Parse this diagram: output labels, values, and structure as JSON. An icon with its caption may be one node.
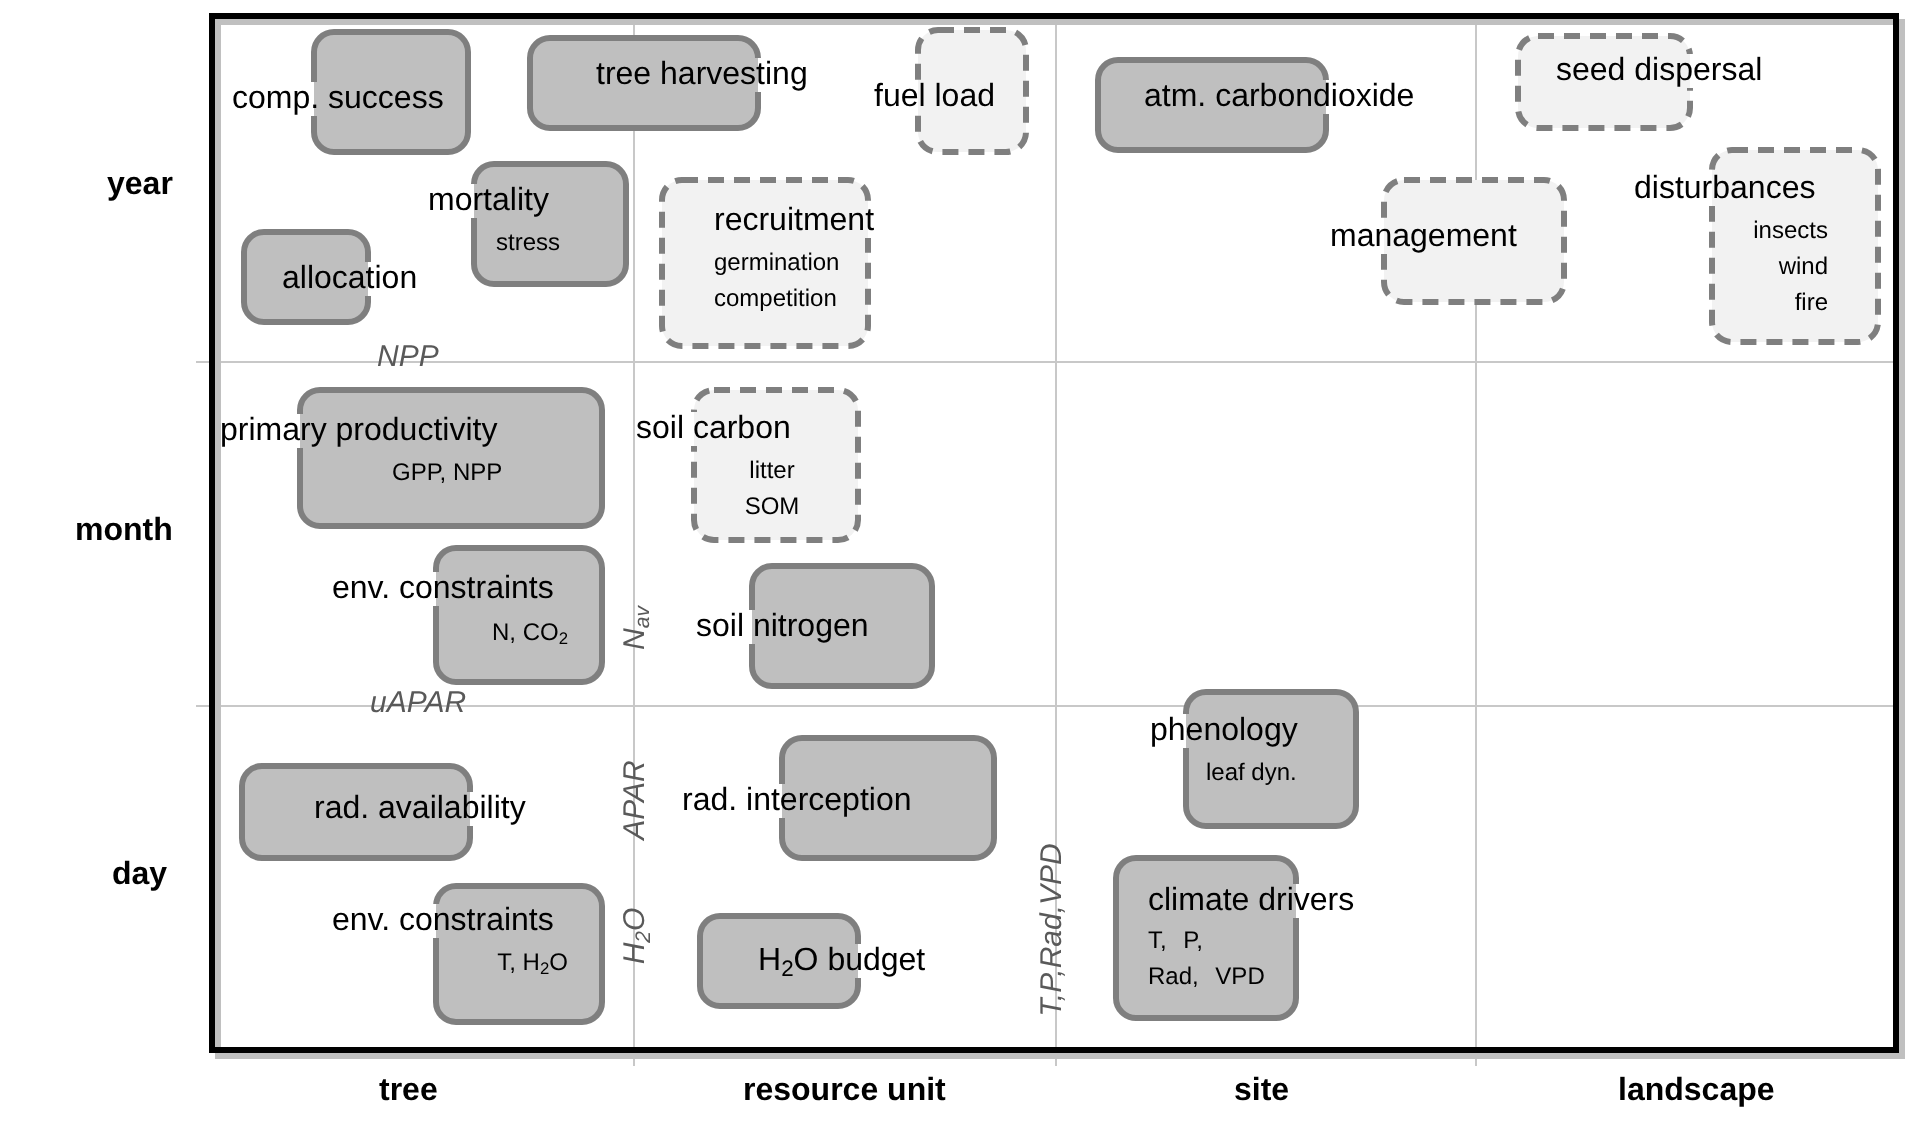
{
  "diagram": {
    "nodes": [
      {
        "text": [
          "comp. success"
        ]
      },
      {
        "text": [
          "tree harvesting"
        ]
      },
      {
        "text": [
          "fuel load"
        ]
      },
      {
        "text": [
          "atm. carbondioxide"
        ]
      },
      {
        "text": [
          "seed dispersal"
        ]
      },
      {
        "text": [
          "mortality",
          "stress"
        ]
      },
      {
        "text": [
          "recruitment",
          "germination competition"
        ]
      },
      {
        "text": [
          "management"
        ]
      },
      {
        "text": [
          "disturbances",
          "insects wind fire"
        ]
      },
      {
        "text": [
          "allocation"
        ]
      },
      {
        "text": [
          "primary productivity",
          "GPP, NPP"
        ]
      },
      {
        "text": [
          "soil carbon",
          "litter SOM"
        ]
      },
      {
        "text": [
          "env. constraints",
          "N, CO$_{2}$"
        ]
      },
      {
        "text": [
          "soil nitrogen"
        ]
      },
      {
        "text": [
          "phenology",
          "leaf dyn."
        ]
      },
      {
        "text": [
          "rad. availability"
        ]
      },
      {
        "text": [
          "rad. interception"
        ]
      },
      {
        "text": [
          "env. constraints",
          "T, H$_{2}$O"
        ]
      },
      {
        "text": [
          "H$_{2}$O budget"
        ]
      },
      {
        "text": [
          "climate drivers",
          "T, P, Rad, VPD"
        ]
      }
    ],
    "labels": [
      "year",
      "NPP",
      "month",
      "N$_{av}$",
      "uAPAR",
      "APAR",
      "day",
      "H$_{2}$O",
      "T,P,Rad,VPD",
      "tree",
      "resource unit",
      "site",
      "landscape"
    ]
  }
}
